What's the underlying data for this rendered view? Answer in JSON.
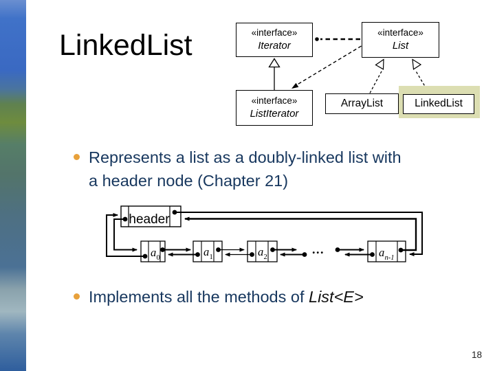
{
  "slide": {
    "title": "LinkedList",
    "page_number": "18"
  },
  "uml": {
    "iterator_box": {
      "stereotype": "«interface»",
      "name": "Iterator"
    },
    "list_box": {
      "stereotype": "«interface»",
      "name": "List"
    },
    "list_iterator_box": {
      "stereotype": "«interface»",
      "name": "ListIterator"
    },
    "array_list_box": {
      "name": "ArrayList"
    },
    "linked_list_box": {
      "name": "LinkedList"
    }
  },
  "bullets": {
    "first": {
      "lines": [
        "Represents a list as a doubly-linked list with",
        "a header node (Chapter 21)"
      ]
    },
    "second": {
      "plain": "Implements all the methods of ",
      "italic": "List<E>"
    }
  },
  "list_diagram": {
    "header_label": "header",
    "nodes": [
      {
        "base": "a",
        "sub": "0"
      },
      {
        "base": "a",
        "sub": "1"
      },
      {
        "base": "a",
        "sub": "2"
      },
      {
        "base": "a",
        "sub": "n-1"
      }
    ],
    "ellipsis": "..."
  },
  "colors": {
    "bullet_text": "#17375E",
    "bullet_dot": "#E8A13B",
    "highlight": "#DCDEB2",
    "italic_term": "#111111"
  }
}
